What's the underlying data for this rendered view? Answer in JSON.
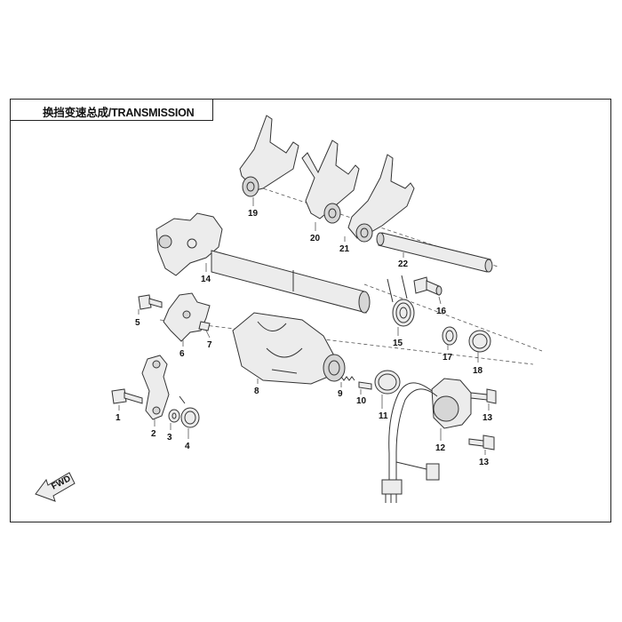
{
  "title": "换挡变速总成/TRANSMISSION",
  "direction_marker": "FWD",
  "callouts": [
    "1",
    "2",
    "3",
    "4",
    "5",
    "6",
    "7",
    "8",
    "9",
    "10",
    "11",
    "12",
    "13",
    "13",
    "14",
    "15",
    "16",
    "17",
    "18",
    "19",
    "20",
    "21",
    "22"
  ]
}
